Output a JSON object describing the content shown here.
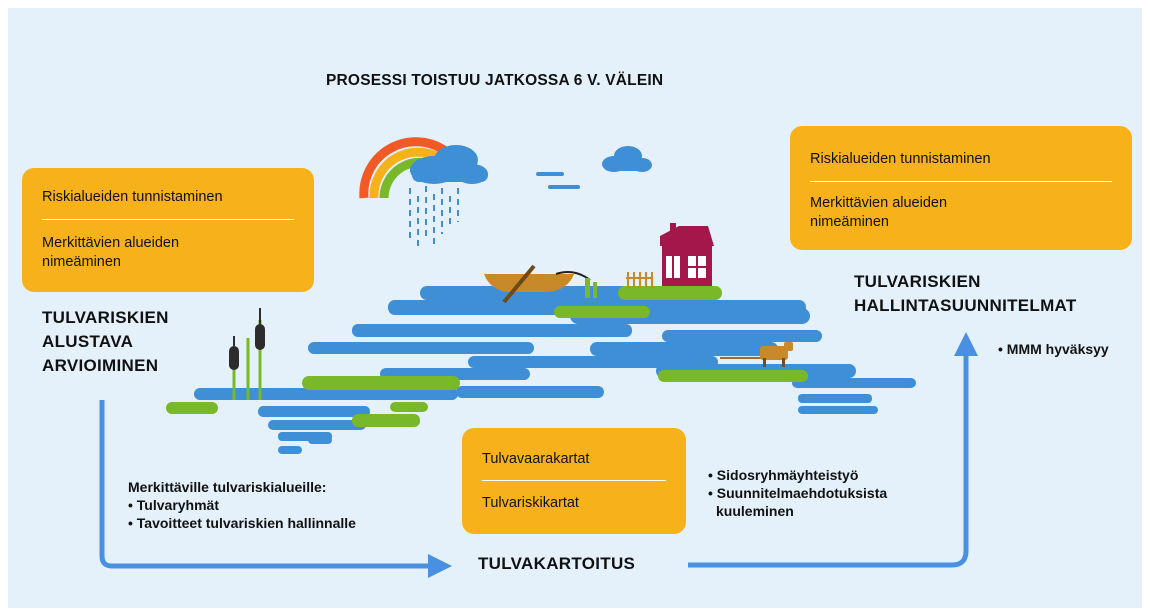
{
  "title": "PROSESSI TOISTUU JATKOSSA 6 V. VÄLEIN",
  "stage_left": {
    "heading": [
      "TULVARISKIEN",
      "ALUSTAVA",
      "ARVIOIMINEN"
    ],
    "box_items": [
      "Riskialueiden tunnistaminen",
      "Merkittävien alueiden nimeäminen"
    ]
  },
  "stage_right": {
    "heading": [
      "TULVARISKIEN",
      "HALLINTASUUNNITELMAT"
    ],
    "box_items": [
      "Riskialueiden tunnistaminen",
      "Merkittävien alueiden nimeäminen"
    ],
    "note": "• MMM hyväksyy"
  },
  "stage_bottom": {
    "heading": "TULVAKARTOITUS",
    "box_items": [
      "Tulvavaarakartat",
      "Tulvariskikartat"
    ]
  },
  "notes_left": {
    "intro": "Merkittäville tulvariskialueille:",
    "items": [
      "• Tulvaryhmät",
      "• Tavoitteet tulvariskien hallinnalle"
    ]
  },
  "notes_right": {
    "items": [
      "• Sidosryhmäyhteistyö",
      "• Suunnitelmaehdotuksista",
      "  kuuleminen"
    ]
  },
  "colors": {
    "background": "#e4f1fa",
    "box": "#f7b21b",
    "arrow": "#4a90e2",
    "water": "#3e8fd6",
    "land": "#79b829"
  },
  "icons": [
    "rainbow-icon",
    "rain-cloud-icon",
    "cloud-icon",
    "boat-icon",
    "house-icon",
    "cow-icon",
    "cattail-icon"
  ]
}
